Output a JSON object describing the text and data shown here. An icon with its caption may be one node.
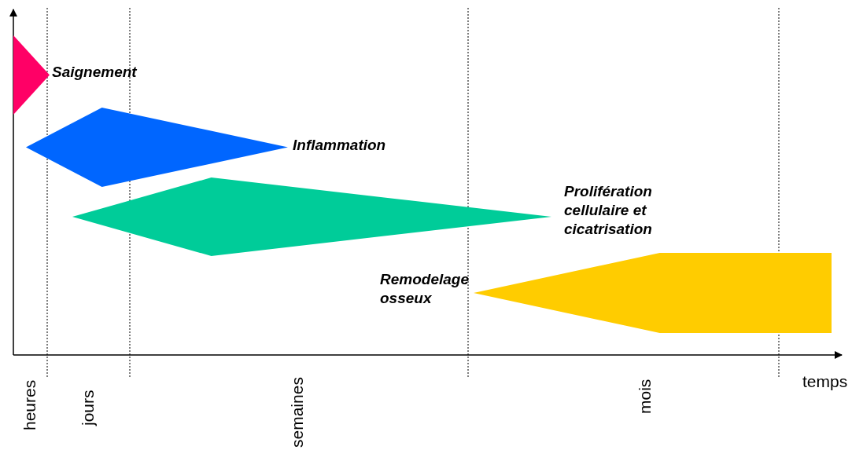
{
  "diagram": {
    "nodes": [
      {
        "text": [],
        "shape": "triangle",
        "beside": [
          "Saignement"
        ]
      },
      {
        "text": [],
        "shape": "diamond",
        "beside": [
          "Inflammation"
        ]
      },
      {
        "text": [],
        "shape": "diamond",
        "beside": [
          "Prolifération cellulaire et cicatrisation"
        ]
      },
      {
        "text": [],
        "shape": "pentagon",
        "beside": [
          "Remodelage osseux"
        ]
      }
    ],
    "labels": [
      "heures",
      "jours",
      "semaines",
      "mois",
      "temps"
    ]
  }
}
